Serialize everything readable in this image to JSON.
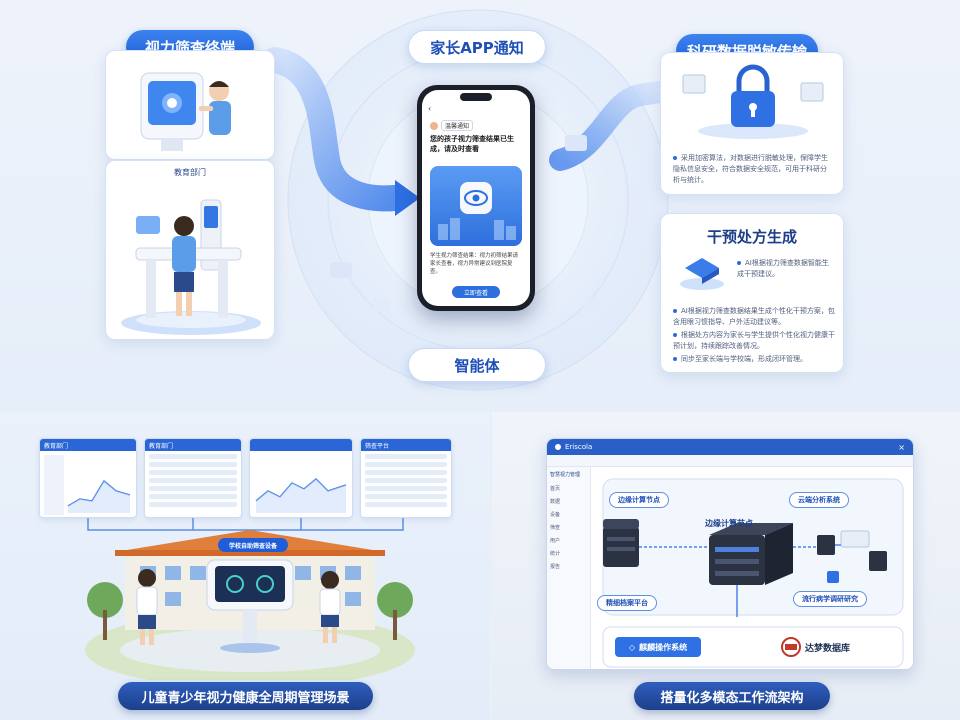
{
  "top": {
    "screening_terminal": {
      "title": "视力筛查终端",
      "sub_label": "教育部门"
    },
    "parent_app": {
      "title": "家长APP通知",
      "phone": {
        "chip": "温馨通知",
        "headline": "您的孩子视力筛查结果已生成，请及时查看",
        "body": "学生视力筛查结果：视力初筛结果请家长查看，视力异常建议到医院复查。",
        "button": "立即查看"
      }
    },
    "research_data": {
      "title": "科研数据脱敏传输",
      "text": "采用加密算法，对数据进行脱敏处理，保障学生隐私信息安全，符合数据安全规范，可用于科研分析与统计。"
    },
    "intervention": {
      "title": "干预处方生成",
      "ai_note": "AI根据视力筛查数据智能生成干预建议。",
      "bullets": [
        "AI根据视力筛查数据结果生成个性化干预方案，包含用眼习惯指导、户外活动建议等。",
        "根据处方内容为家长与学生提供个性化视力健康干预计划，持续跟踪改善情况。",
        "同步至家长端与学校端，形成闭环管理。"
      ]
    },
    "smart_entity": {
      "title": "智能体"
    }
  },
  "bottom_left": {
    "screens": [
      {
        "label": "教育部门"
      },
      {
        "label": "教育部门"
      },
      {
        "label": ""
      },
      {
        "label": "筛查平台"
      }
    ],
    "device_label": "学校自助筛查设备",
    "caption": "儿童青少年视力健康全周期管理场景"
  },
  "bottom_right": {
    "window_title": "Eriscola",
    "sidebar_items": [
      "智慧视力管理",
      "首页",
      "数据",
      "设备",
      "筛查",
      "用户",
      "统计",
      "报告"
    ],
    "nodes": {
      "edge_top": "边缘计算节点",
      "edge_center": "边缘计算节点",
      "cloud": "云端分析系统",
      "platform": "精细档案平台",
      "research": "流行病学调研研究"
    },
    "kylin": "麒麟操作系统",
    "dameng": "达梦数据库",
    "caption": "搭量化多模态工作流架构"
  },
  "colors": {
    "primary": "#1f5ed8",
    "dark": "#1c3f8a",
    "light_bg": "#eef3fb"
  }
}
